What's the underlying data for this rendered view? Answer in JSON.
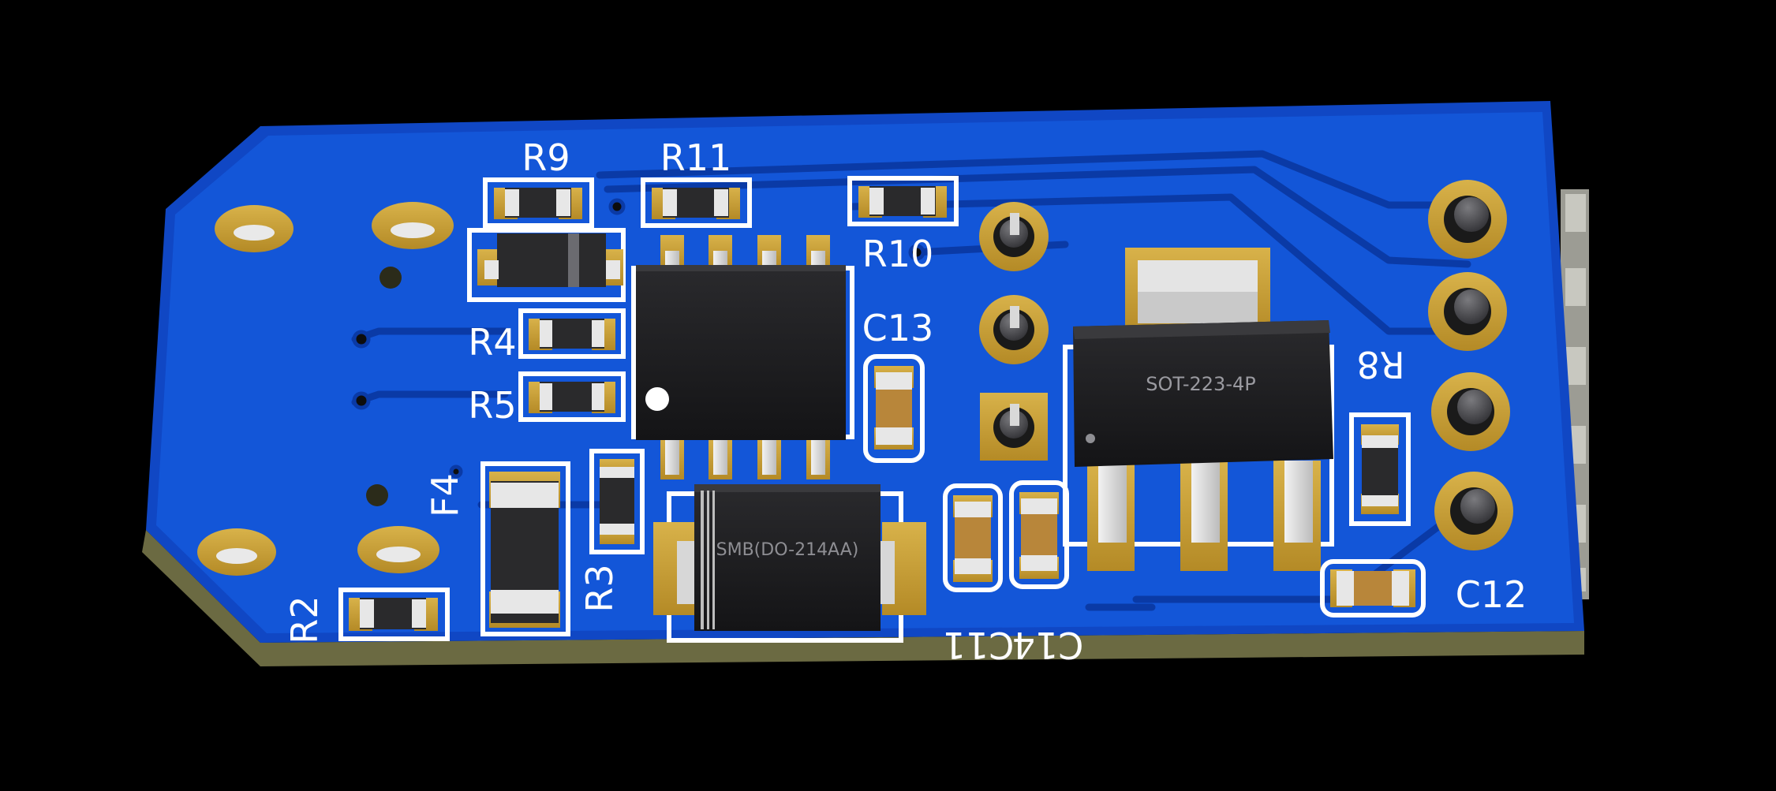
{
  "board": {
    "colors": {
      "soldermask": "#1154d6",
      "copper": "#c9a13a",
      "silkscreen": "#ffffff",
      "ic_body": "#1c1c1e",
      "background": "#000000"
    },
    "designators": {
      "r9": "R9",
      "r11": "R11",
      "r10": "R10",
      "r4": "R4",
      "r5": "R5",
      "c13": "C13",
      "r8": "R8",
      "f4": "F4",
      "r3": "R3",
      "r2": "R2",
      "c11": "C11",
      "c14": "C14",
      "c12": "C12"
    },
    "packages": {
      "regulator": "SOT-223-4P",
      "diode": "SMB(DO-214AA)"
    }
  }
}
